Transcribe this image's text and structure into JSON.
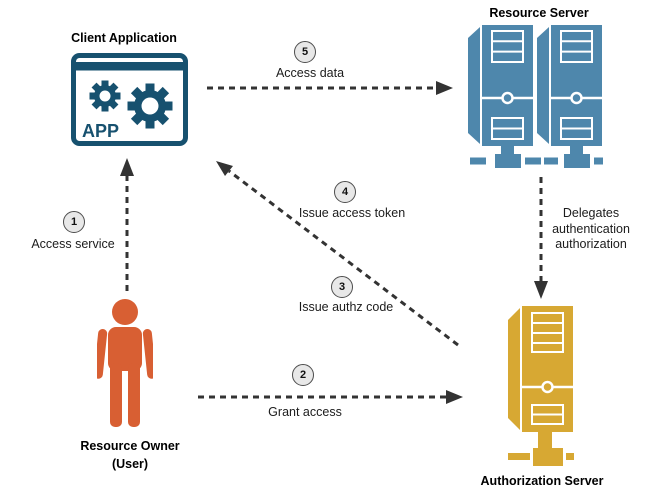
{
  "nodes": {
    "client_application": {
      "label": "Client Application",
      "icon": "app-window-gears-icon",
      "app_text": "APP",
      "color": "#17516f"
    },
    "resource_server": {
      "label": "Resource Server",
      "icon": "dual-server-towers-icon",
      "color": "#4e87ac"
    },
    "authorization_server": {
      "label": "Authorization Server",
      "icon": "server-tower-icon",
      "color": "#d7a833"
    },
    "resource_owner": {
      "label": "Resource Owner",
      "sublabel": "(User)",
      "icon": "person-icon",
      "color": "#d85f33"
    }
  },
  "steps": [
    {
      "number": "1",
      "label": "Access service",
      "from": "resource_owner",
      "to": "client_application"
    },
    {
      "number": "2",
      "label": "Grant access",
      "from": "resource_owner",
      "to": "authorization_server"
    },
    {
      "number": "3",
      "label": "Issue authz code",
      "from": "authorization_server",
      "to": "client_application"
    },
    {
      "number": "4",
      "label": "Issue access token",
      "from": "authorization_server",
      "to": "client_application"
    },
    {
      "number": "5",
      "label": "Access data",
      "from": "client_application",
      "to": "resource_server"
    }
  ],
  "annotations": {
    "delegates": {
      "lines": [
        "Delegates",
        "authentication",
        "authorization"
      ],
      "from": "resource_server",
      "to": "authorization_server"
    }
  },
  "colors": {
    "arrow": "#333333",
    "badge_fill": "#e8e8e8",
    "badge_border": "#4d4d4d",
    "background": "#ffffff",
    "label_text": "#000000"
  }
}
